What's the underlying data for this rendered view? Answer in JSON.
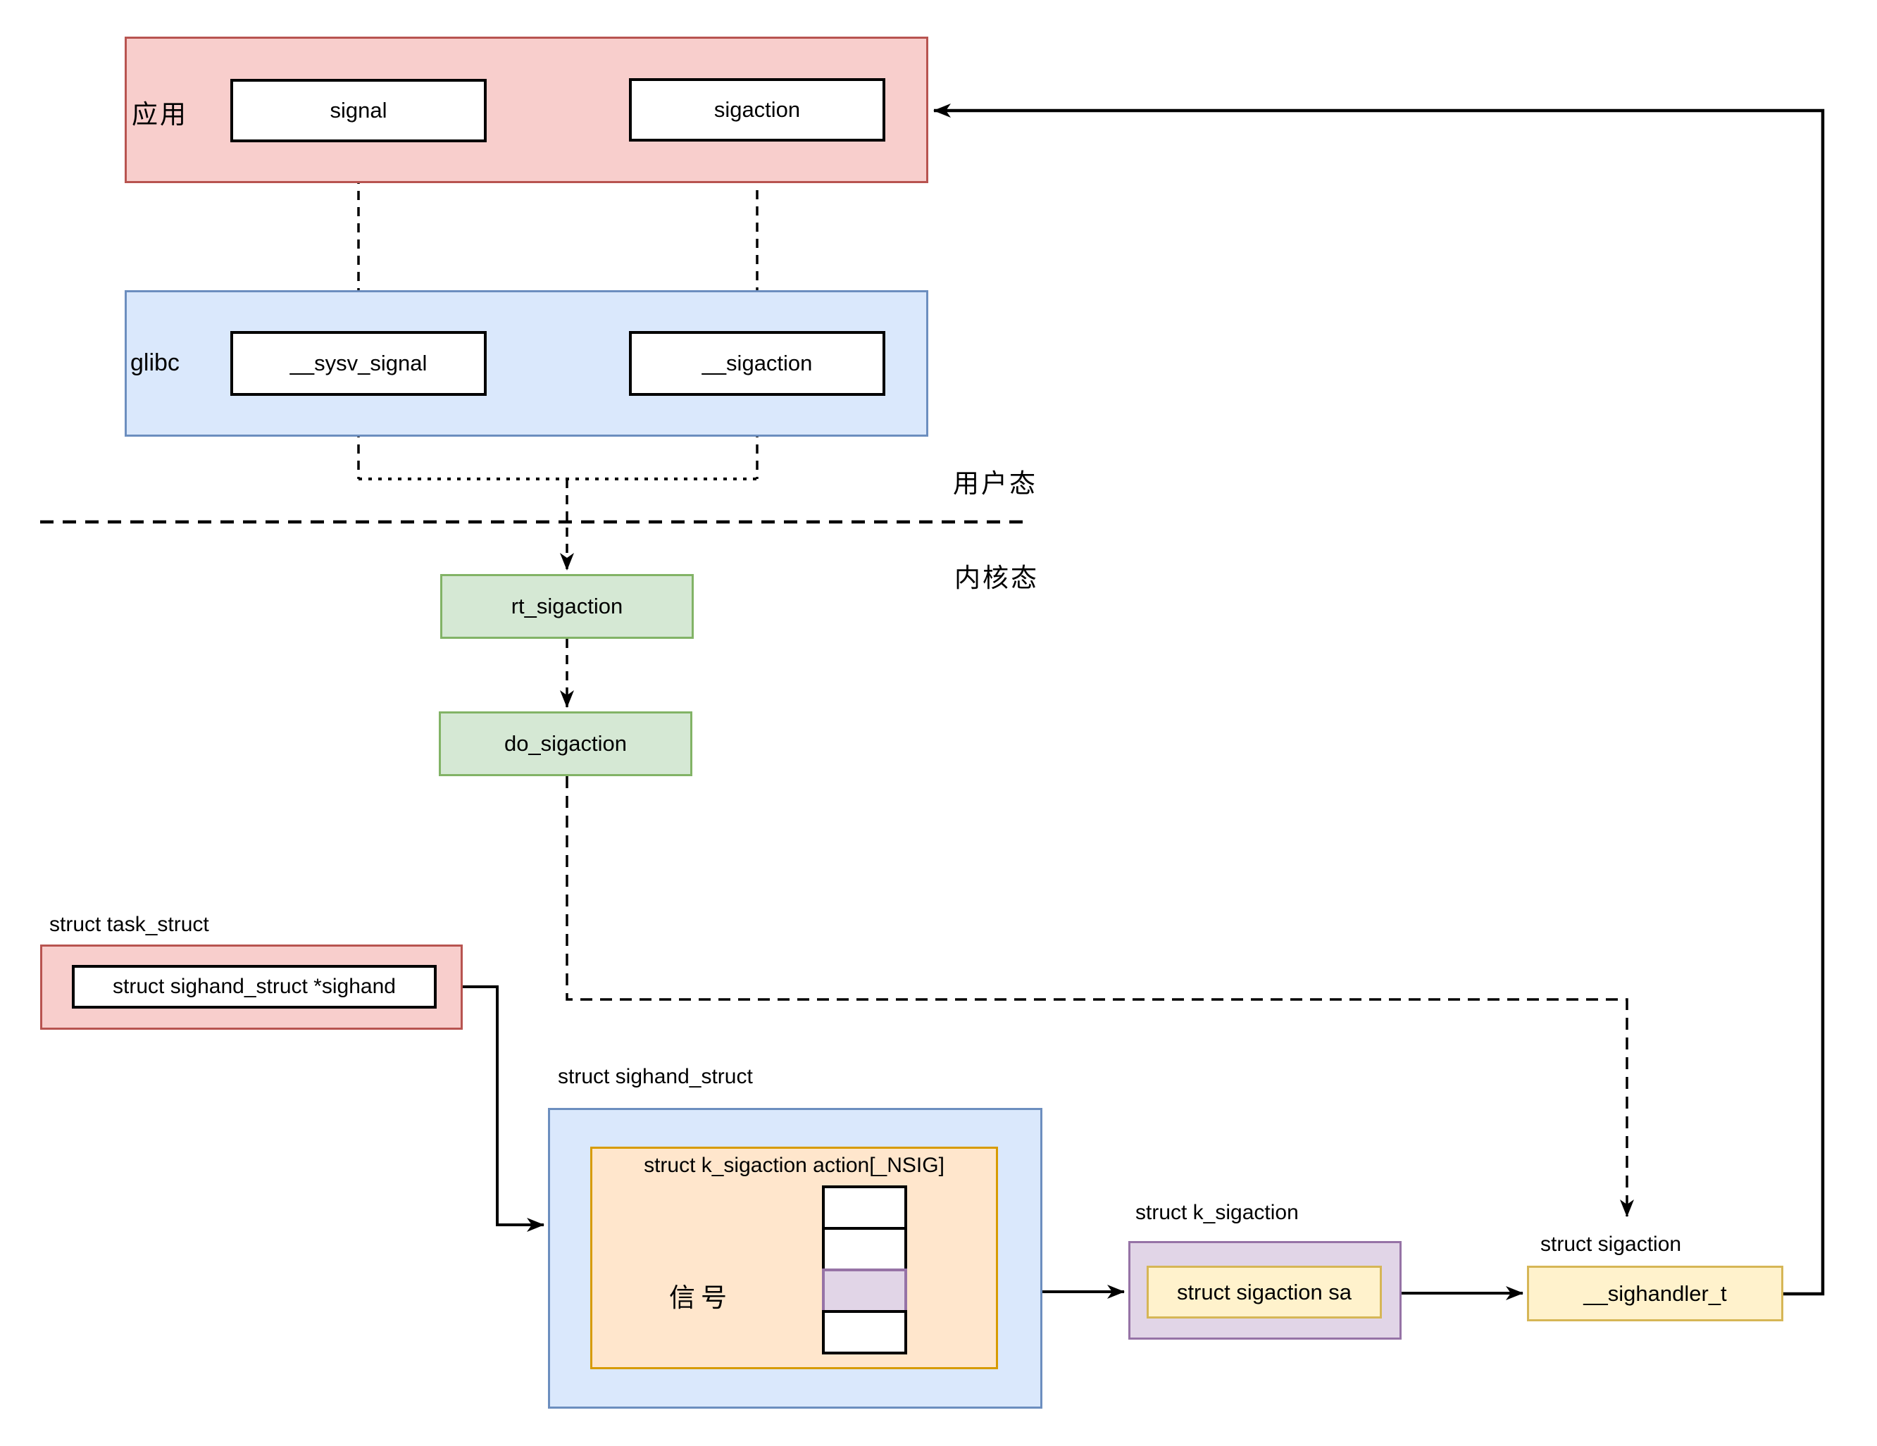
{
  "app_layer": {
    "label": "应用",
    "signal": "signal",
    "sigaction": "sigaction"
  },
  "glibc_layer": {
    "label": "glibc",
    "sysv_signal": "__sysv_signal",
    "sigaction": "__sigaction"
  },
  "modes": {
    "user": "用户态",
    "kernel": "内核态"
  },
  "kernel": {
    "rt_sigaction": "rt_sigaction",
    "do_sigaction": "do_sigaction"
  },
  "task_struct": {
    "title": "struct task_struct",
    "field": "struct sighand_struct *sighand"
  },
  "sighand_struct": {
    "title": "struct sighand_struct",
    "array_title": "struct k_sigaction action[_NSIG]",
    "signal_label": "信号"
  },
  "k_sigaction": {
    "title": "struct k_sigaction",
    "field": "struct sigaction sa"
  },
  "sigaction_struct": {
    "title": "struct sigaction",
    "field": "__sighandler_t"
  },
  "colors": {
    "red_fill": "#f8cecc",
    "red_stroke": "#b85450",
    "blue_fill": "#dae8fc",
    "blue_stroke": "#6c8ebf",
    "green_fill": "#d5e8d4",
    "green_stroke": "#82b366",
    "orange_fill": "#ffe6cc",
    "orange_stroke": "#d79b00",
    "purple_fill": "#e1d5e7",
    "purple_stroke": "#9673a6",
    "yellow_fill": "#fff2cc",
    "yellow_stroke": "#d6b656",
    "line": "#000000"
  }
}
